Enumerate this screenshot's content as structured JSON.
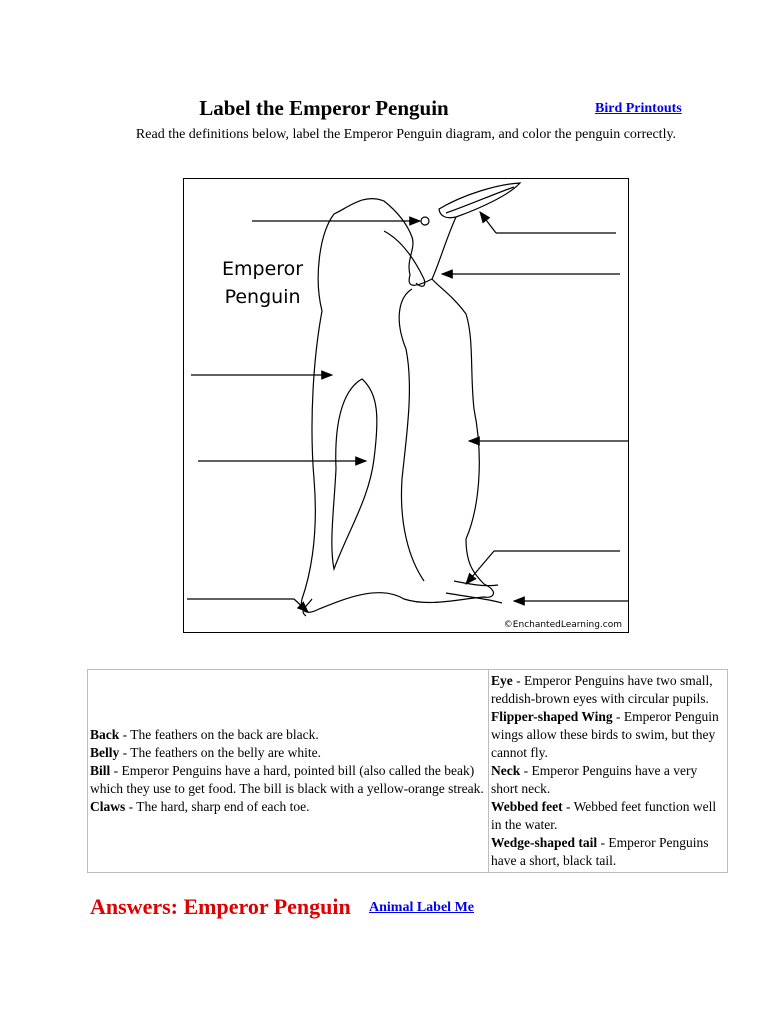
{
  "header": {
    "title": "Label the Emperor Penguin",
    "bird_printouts_link": "Bird Printouts",
    "instructions": "Read the definitions below, label the Emperor Penguin diagram, and color the penguin correctly."
  },
  "diagram": {
    "title_line1": "Emperor",
    "title_line2": "Penguin",
    "copyright": "©EnchantedLearning.com"
  },
  "definitions": {
    "left": [
      {
        "term": "Back",
        "text": " - The feathers on the back are black."
      },
      {
        "term": "Belly",
        "text": " - The feathers on the belly are white."
      },
      {
        "term": "Bill",
        "text": " - Emperor Penguins have a hard, pointed bill (also called the beak) which they use to get food. The bill is black with a yellow-orange streak."
      },
      {
        "term": "Claws",
        "text": " - The hard, sharp end of each toe."
      }
    ],
    "right": [
      {
        "term": "Eye",
        "text": " - Emperor Penguins have two small, reddish-brown eyes with circular pupils."
      },
      {
        "term": "Flipper-shaped Wing",
        "text": " - Emperor Penguin wings allow these birds to swim, but they cannot fly."
      },
      {
        "term": "Neck",
        "text": " - Emperor Penguins have a very short neck."
      },
      {
        "term": "Webbed feet",
        "text": " - Webbed feet function well in the water."
      },
      {
        "term": "Wedge-shaped tail",
        "text": " - Emperor Penguins have a short, black tail."
      }
    ]
  },
  "footer": {
    "answers_label": "Answers: Emperor Penguin",
    "animal_label_me_link": "Animal Label Me"
  }
}
